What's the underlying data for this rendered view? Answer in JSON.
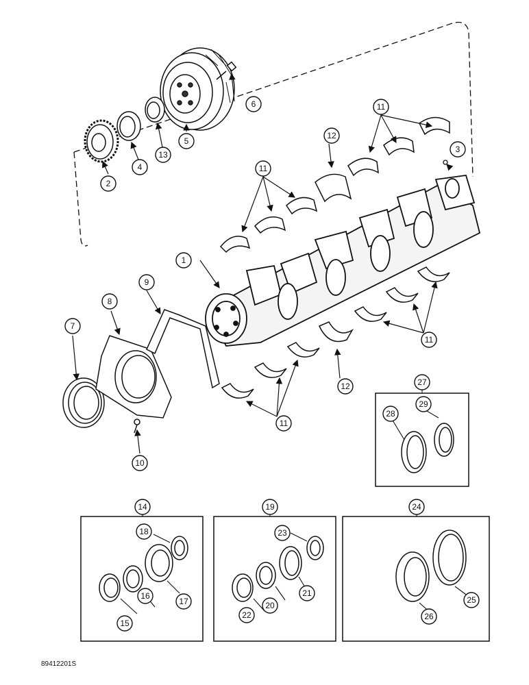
{
  "callouts": {
    "c1": "1",
    "c2": "2",
    "c3": "3",
    "c4": "4",
    "c5": "5",
    "c6": "6",
    "c7": "7",
    "c8": "8",
    "c9": "9",
    "c10": "10",
    "c11": "11",
    "c12": "12",
    "c13": "13",
    "c14": "14",
    "c15": "15",
    "c16": "16",
    "c17": "17",
    "c18": "18",
    "c19": "19",
    "c20": "20",
    "c21": "21",
    "c22": "22",
    "c23": "23",
    "c24": "24",
    "c25": "25",
    "c26": "26",
    "c27": "27",
    "c28": "28",
    "c29": "29"
  },
  "reference_code": "89412201S",
  "colors": {
    "line": "#111111",
    "fill": "#ffffff",
    "shade": "#d8d8d8",
    "dark": "#333333"
  }
}
